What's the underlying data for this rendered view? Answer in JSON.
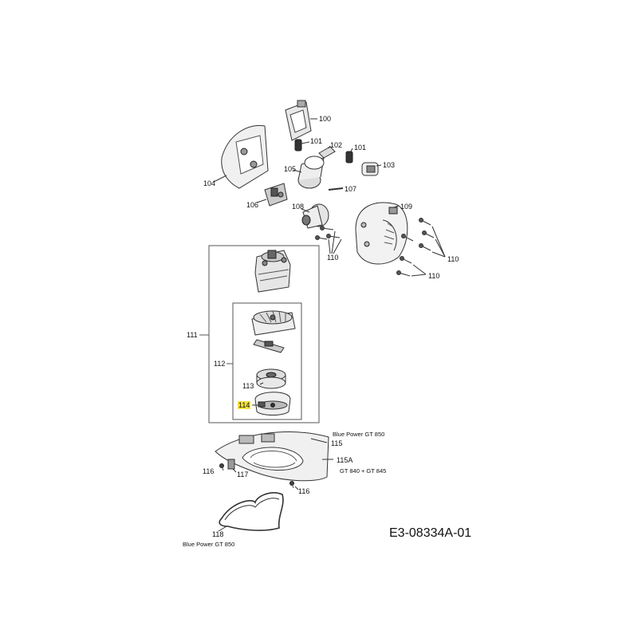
{
  "diagram_code": "E3-08334A-01",
  "highlight_color": "#f4e13a",
  "labels": {
    "p100": "100",
    "p101a": "101",
    "p102": "102",
    "p101b": "101",
    "p103": "103",
    "p104": "104",
    "p105": "105",
    "p107": "107",
    "p106": "106",
    "p108": "108",
    "p109": "109",
    "p110a": "110",
    "p110b": "110",
    "p110c": "110",
    "p111": "111",
    "p112": "112",
    "p113": "113",
    "p114": "114",
    "p115": "115",
    "p115A": "115A",
    "p116a": "116",
    "p116b": "116",
    "p117": "117",
    "p118": "118"
  },
  "notes": {
    "n115": "Blue Power GT 850",
    "n115A": "GT 840 + GT 845",
    "n118": "Blue Power GT 850"
  }
}
